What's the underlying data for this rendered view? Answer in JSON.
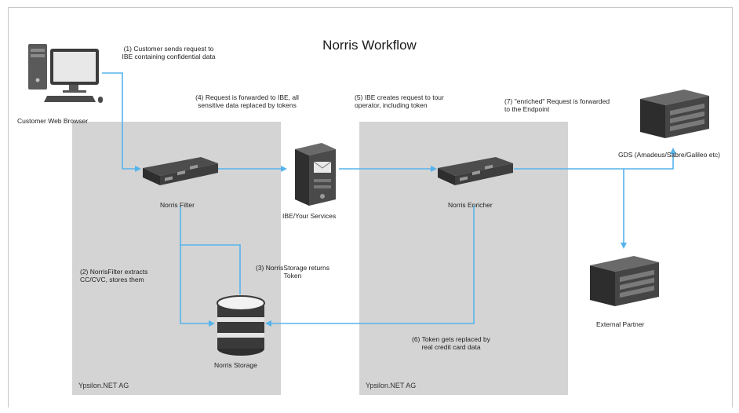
{
  "title": "Norris Workflow",
  "zones": {
    "left": "Ypsilon.NET AG",
    "right": "Ypsilon.NET AG"
  },
  "nodes": {
    "browser": "Customer Web Browser",
    "filter": "Norris Filter",
    "ibe": "IBE/Your Services",
    "enricher": "Norris Enricher",
    "storage": "Norris Storage",
    "gds": "GDS (Amadeus/Sabre/Galileo etc)",
    "partner": "External Partner"
  },
  "steps": {
    "s1": "(1) Customer sends request to IBE containing confidential data",
    "s2": "(2) NorrisFilter extracts CC/CVC, stores them",
    "s3": "(3) NorrisStorage returns Token",
    "s4": "(4) Request is forwarded to IBE, all sensitive data replaced by tokens",
    "s5": "(5) IBE creates request to tour operator, including token",
    "s6": "(6) Token gets replaced by real credit card data",
    "s7": "(7) \"enriched\" Request is forwarded to the Endpoint"
  },
  "colors": {
    "arrow": "#56b3ec",
    "zone": "#d4d4d4"
  }
}
